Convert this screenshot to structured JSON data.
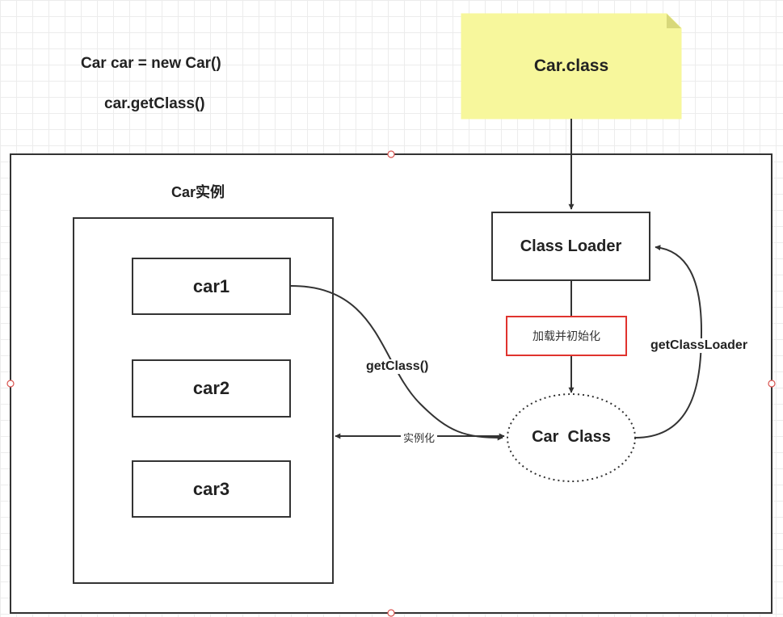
{
  "code": {
    "line1": "Car car = new Car()",
    "line2": "car.getClass()"
  },
  "note": {
    "label": "Car.class"
  },
  "instances": {
    "title": "Car实例",
    "items": [
      "car1",
      "car2",
      "car3"
    ]
  },
  "class_loader": {
    "label": "Class Loader"
  },
  "car_class": {
    "label": "Car  Class"
  },
  "edges": {
    "load_init": "加载并初始化",
    "get_class": "getClass()",
    "get_class_loader": "getClassLoader",
    "instantiate": "实例化"
  },
  "colors": {
    "note_fill": "#f7f79c",
    "highlight_border": "#e0332e",
    "handle": "#d9534f"
  }
}
